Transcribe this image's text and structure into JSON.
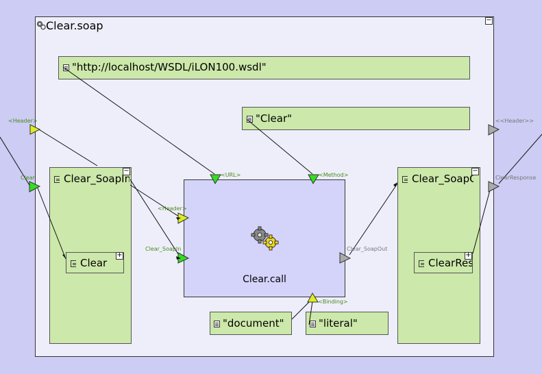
{
  "frame": {
    "title": "Clear.soap",
    "collapse_glyph": "−"
  },
  "literals": {
    "wsdl": "\"http://localhost/WSDL/iLON100.wsdl\"",
    "method": "\"Clear\"",
    "document": "\"document\"",
    "literal": "\"literal\""
  },
  "soap_in": {
    "title": "Clear_SoapIn",
    "collapse_glyph": "−",
    "child": {
      "label": "Clear",
      "expand_glyph": "+"
    }
  },
  "soap_out": {
    "title": "Clear_SoapOut",
    "collapse_glyph": "−",
    "child": {
      "label": "ClearResponse",
      "expand_glyph": "+"
    }
  },
  "call": {
    "label": "Clear.call",
    "icon": "gears-icon"
  },
  "ports": {
    "outer_header_in": "<Header>",
    "outer_clear_in": "Clear",
    "outer_header_out": "<<Header>>",
    "outer_clear_response": "ClearResponse",
    "call_url": "<URL>",
    "call_method": "<Method>",
    "call_header": "<Header>",
    "call_soapin": "Clear_SoapIn",
    "call_soapout": "Clear_SoapOut",
    "call_binding": "<Binding>"
  },
  "colors": {
    "background": "#ccccf4",
    "frame": "#eeeefb",
    "node_green": "#cce8aa",
    "call_node": "#d4d4fa",
    "port_green": "#33dd22",
    "port_yellow": "#ddee22",
    "port_grey": "#aaaaaa"
  }
}
